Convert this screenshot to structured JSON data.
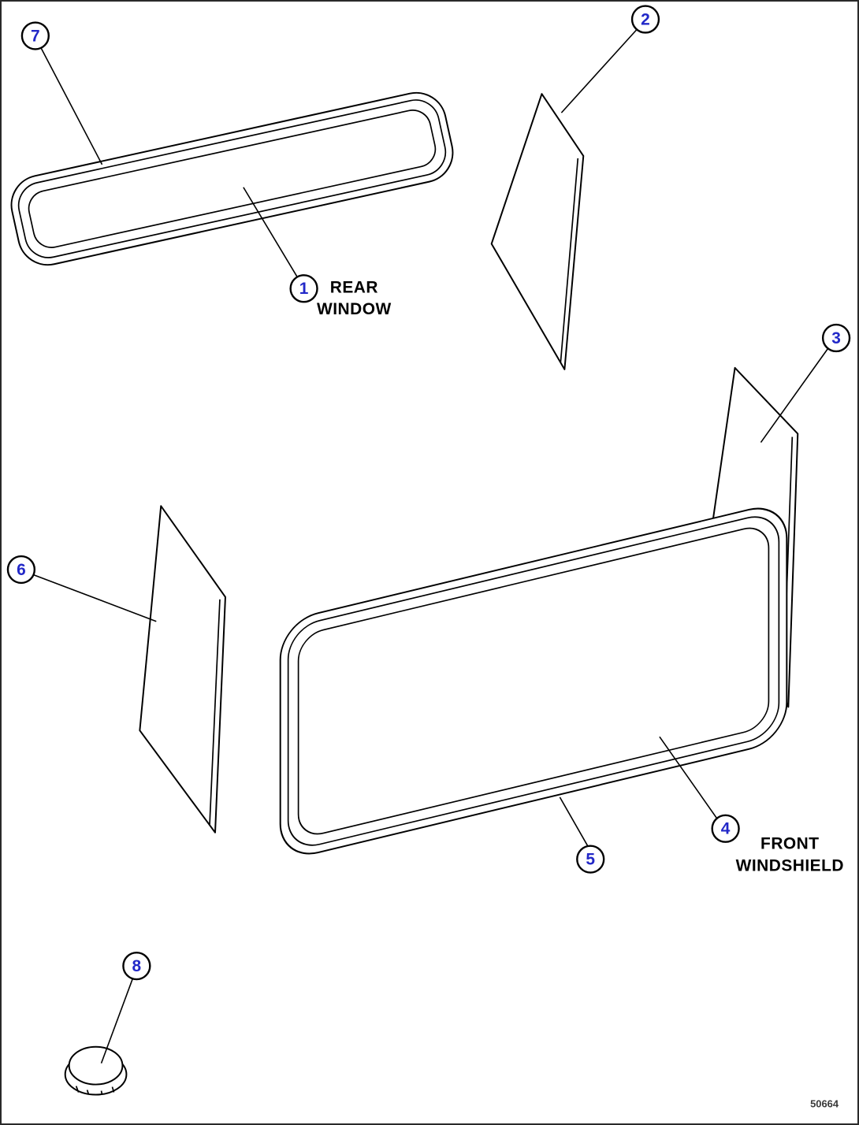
{
  "figure": {
    "part_number": "50664",
    "background_color": "#ffffff",
    "line_color": "#000000",
    "callout_number_color": "#2228c8"
  },
  "labels": {
    "rear_window": [
      "REAR",
      "WINDOW"
    ],
    "front_windshield": [
      "FRONT",
      "WINDSHIELD"
    ]
  },
  "callouts": [
    {
      "number": "1"
    },
    {
      "number": "2"
    },
    {
      "number": "3"
    },
    {
      "number": "4"
    },
    {
      "number": "5"
    },
    {
      "number": "6"
    },
    {
      "number": "7"
    },
    {
      "number": "8"
    }
  ]
}
